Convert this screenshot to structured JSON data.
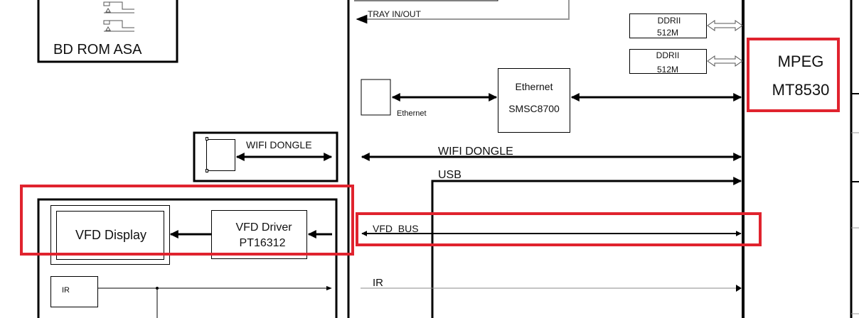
{
  "blocks": {
    "bd_rom": "BD ROM ASA",
    "tray": "TRAY IN/OUT",
    "ethernet_port": "Ethernet",
    "ethernet_chip": [
      "Ethernet",
      "SMSC8700"
    ],
    "ddr1": [
      "DDRII",
      "512M"
    ],
    "ddr2": [
      "DDRII",
      "512M"
    ],
    "mpeg": [
      "MPEG",
      "MT8530"
    ],
    "wifi_module": "WIFI DONGLE",
    "vfd_display": "VFD Display",
    "vfd_driver": [
      "VFD Driver",
      "PT16312"
    ],
    "ir_module": "IR"
  },
  "buses": {
    "wifi": "WIFI DONGLE",
    "usb": "USB",
    "vfd": "VFD  BUS",
    "ir": "IR"
  },
  "colors": {
    "highlight": "#e0232e",
    "line": "#000000",
    "gray_line": "#8a8a8a"
  }
}
